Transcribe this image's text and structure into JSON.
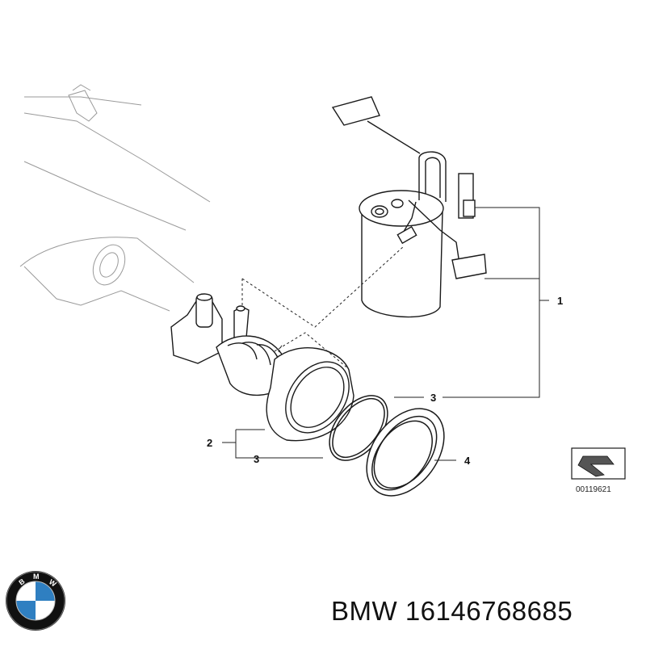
{
  "callouts": {
    "c1": "1",
    "c2": "2",
    "c3a": "3",
    "c3b": "3",
    "c4": "4"
  },
  "reference_code": "00119621",
  "logo": {
    "letters": "BMW",
    "blue": "#2f7fc1",
    "dark": "#111111"
  },
  "part": {
    "brand": "BMW",
    "number": "16146768685"
  }
}
